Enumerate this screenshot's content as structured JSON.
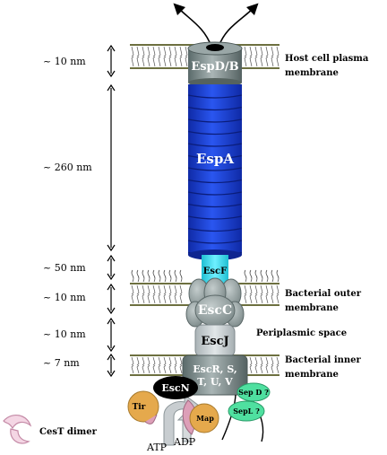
{
  "dimensions": [
    {
      "id": "d1",
      "text": "~ 10 nm"
    },
    {
      "id": "d2",
      "text": "~ 260 nm"
    },
    {
      "id": "d3",
      "text": "~ 50 nm"
    },
    {
      "id": "d4",
      "text": "~ 10 nm"
    },
    {
      "id": "d5",
      "text": "~ 10 nm"
    },
    {
      "id": "d6",
      "text": "~ 7 nm"
    }
  ],
  "membranes": {
    "host": [
      "Host cell plasma",
      "membrane"
    ],
    "outer": [
      "Bacterial outer",
      "membrane"
    ],
    "periplasm": "Periplasmic space",
    "inner": [
      "Bacterial inner",
      "membrane"
    ]
  },
  "components": {
    "espdb": "EspD/B",
    "espa": "EspA",
    "escf": "EscF",
    "escc": "EscC",
    "escj": "EscJ",
    "escrstuv": [
      "EscR, S,",
      "T, U, V"
    ],
    "escn": "EscN",
    "tir": "Tir",
    "map": "Map",
    "sepd": "Sep D ?",
    "sepl": "SepL ?",
    "atp": "ATP",
    "adp": "ADP",
    "cest": "CesT dimer"
  },
  "colors": {
    "gray_dark": "#5a6a6a",
    "gray_mid": "#8a9898",
    "gray_light": "#c8cfd2",
    "blue": "#1a3fd6",
    "cyan": "#34dcef",
    "orange": "#e5a94c",
    "pink": "#dd9fb8",
    "green": "#4fe0a0",
    "lipid_head": "#9ba25a",
    "black": "#000000"
  }
}
